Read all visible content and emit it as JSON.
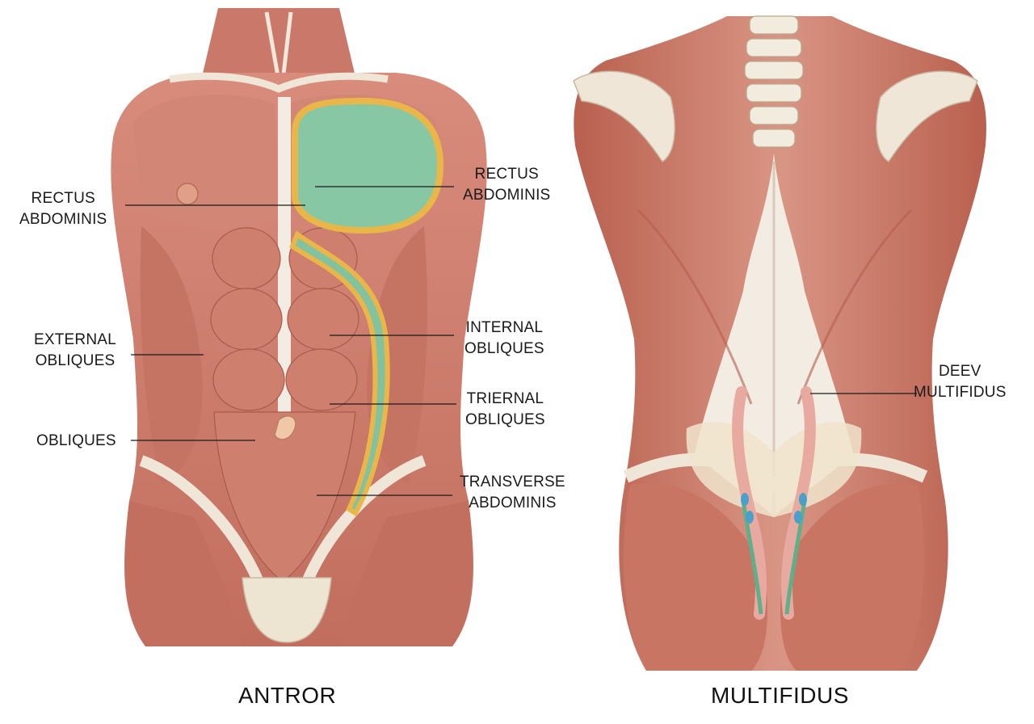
{
  "colors": {
    "muscle": "#cd7e6e",
    "muscle_light": "#dc978a",
    "muscle_dark": "#a8574a",
    "tendon": "#f3ece2",
    "bone": "#f1ead9",
    "green": "#86c6a2",
    "green_dark": "#4f9f78",
    "yellow": "#e9b64a",
    "blue": "#4aa0c8",
    "pink": "#e8a9a0"
  },
  "views": {
    "front_caption": "ANTROR",
    "back_caption": "MULTIFIDUS"
  },
  "labels": {
    "left_rectus": {
      "line1": "RECTUS",
      "line2": "ABDOMINIS"
    },
    "external_obliques": {
      "line1": "EXTERNAL",
      "line2": "OBLIQUES"
    },
    "obliques": {
      "line1": "OBLIQUES"
    },
    "right_rectus": {
      "line1": "RECTUS",
      "line2": "ABDOMINIS"
    },
    "internal_obliques": {
      "line1": "INTERNAL",
      "line2": "OBLIQUES"
    },
    "triernal_obliques": {
      "line1": "TRIERNAL",
      "line2": "OBLIQUES"
    },
    "transverse_abdominis": {
      "line1": "TRANSVERSE",
      "line2": "ABDOMINIS"
    },
    "deev_multifidus": {
      "line1": "DEEV",
      "line2": "MULTIFIDUS"
    }
  }
}
